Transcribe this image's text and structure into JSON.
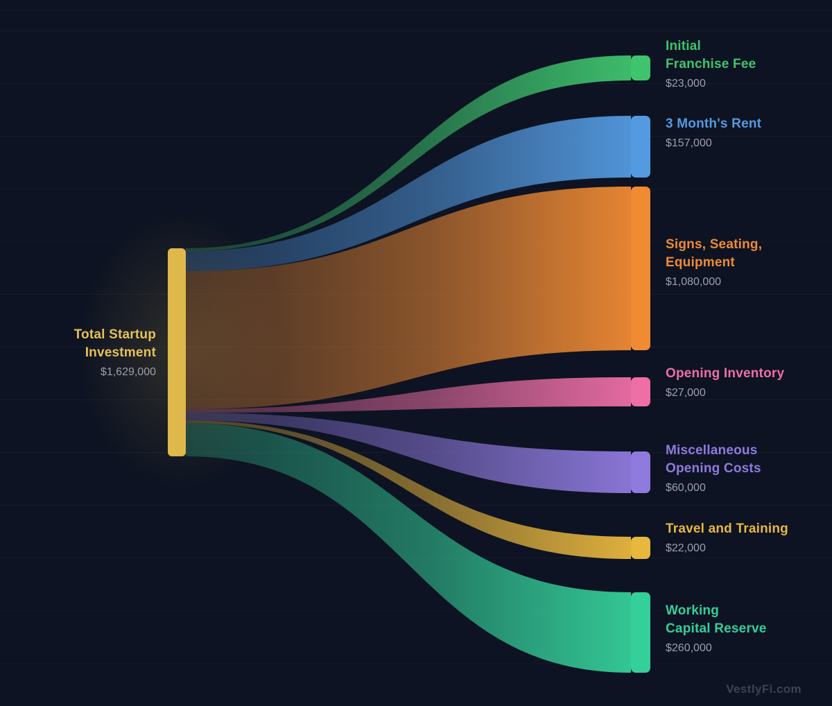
{
  "chart_data": {
    "type": "sankey",
    "background": "#0d1322",
    "value_text_color": "#99a1ad",
    "source": {
      "label": "Total Startup Investment",
      "label_lines": [
        "Total Startup",
        "Investment"
      ],
      "value": "$1,629,000",
      "value_num": 1629000,
      "color": "#dfb84c",
      "label_color": "#e8c155"
    },
    "targets": [
      {
        "label": "Initial Franchise Fee",
        "label_lines": [
          "Initial",
          "Franchise Fee"
        ],
        "value": "$23,000",
        "value_num": 23000,
        "color": "#3fc46e"
      },
      {
        "label": "3 Month's Rent",
        "label_lines": [
          "3 Month's Rent"
        ],
        "value": "$157,000",
        "value_num": 157000,
        "color": "#549ae0"
      },
      {
        "label": "Signs, Seating, Equipment",
        "label_lines": [
          "Signs, Seating,",
          "Equipment"
        ],
        "value": "$1,080,000",
        "value_num": 1080000,
        "color": "#f08a33"
      },
      {
        "label": "Opening Inventory",
        "label_lines": [
          "Opening Inventory"
        ],
        "value": "$27,000",
        "value_num": 27000,
        "color": "#ee6ea6"
      },
      {
        "label": "Miscellaneous Opening Costs",
        "label_lines": [
          "Miscellaneous",
          "Opening Costs"
        ],
        "value": "$60,000",
        "value_num": 60000,
        "color": "#8f7ade"
      },
      {
        "label": "Travel and Training",
        "label_lines": [
          "Travel and Training"
        ],
        "value": "$22,000",
        "value_num": 22000,
        "color": "#e8b73e"
      },
      {
        "label": "Working Capital Reserve",
        "label_lines": [
          "Working",
          "Capital Reserve"
        ],
        "value": "$260,000",
        "value_num": 260000,
        "color": "#35cf9a"
      }
    ],
    "watermark": "VestlyFi.com"
  }
}
